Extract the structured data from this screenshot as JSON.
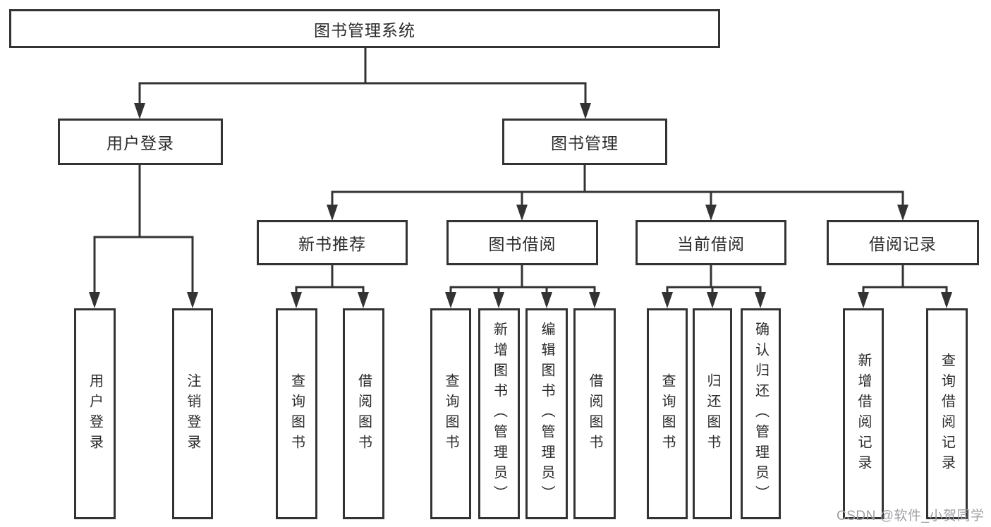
{
  "diagram_title": "图书管理系统",
  "tree": {
    "label": "图书管理系统",
    "children": [
      {
        "label": "用户登录",
        "children": [
          {
            "label": "用户登录"
          },
          {
            "label": "注销登录"
          }
        ]
      },
      {
        "label": "图书管理",
        "children": [
          {
            "label": "新书推荐",
            "children": [
              {
                "label": "查询图书"
              },
              {
                "label": "借阅图书"
              }
            ]
          },
          {
            "label": "图书借阅",
            "children": [
              {
                "label": "查询图书"
              },
              {
                "label": "新增图书（管理员）"
              },
              {
                "label": "编辑图书（管理员）"
              },
              {
                "label": "借阅图书"
              }
            ]
          },
          {
            "label": "当前借阅",
            "children": [
              {
                "label": "查询图书"
              },
              {
                "label": "归还图书"
              },
              {
                "label": "确认归还（管理员）"
              }
            ]
          },
          {
            "label": "借阅记录",
            "children": [
              {
                "label": "新增借阅记录"
              },
              {
                "label": "查询借阅记录"
              }
            ]
          }
        ]
      }
    ]
  },
  "watermark": "CSDN @软件_小贺同学",
  "colors": {
    "line": "#333333",
    "text": "#2b2b2b",
    "watermark": "#9fa0a4",
    "background": "#ffffff"
  }
}
